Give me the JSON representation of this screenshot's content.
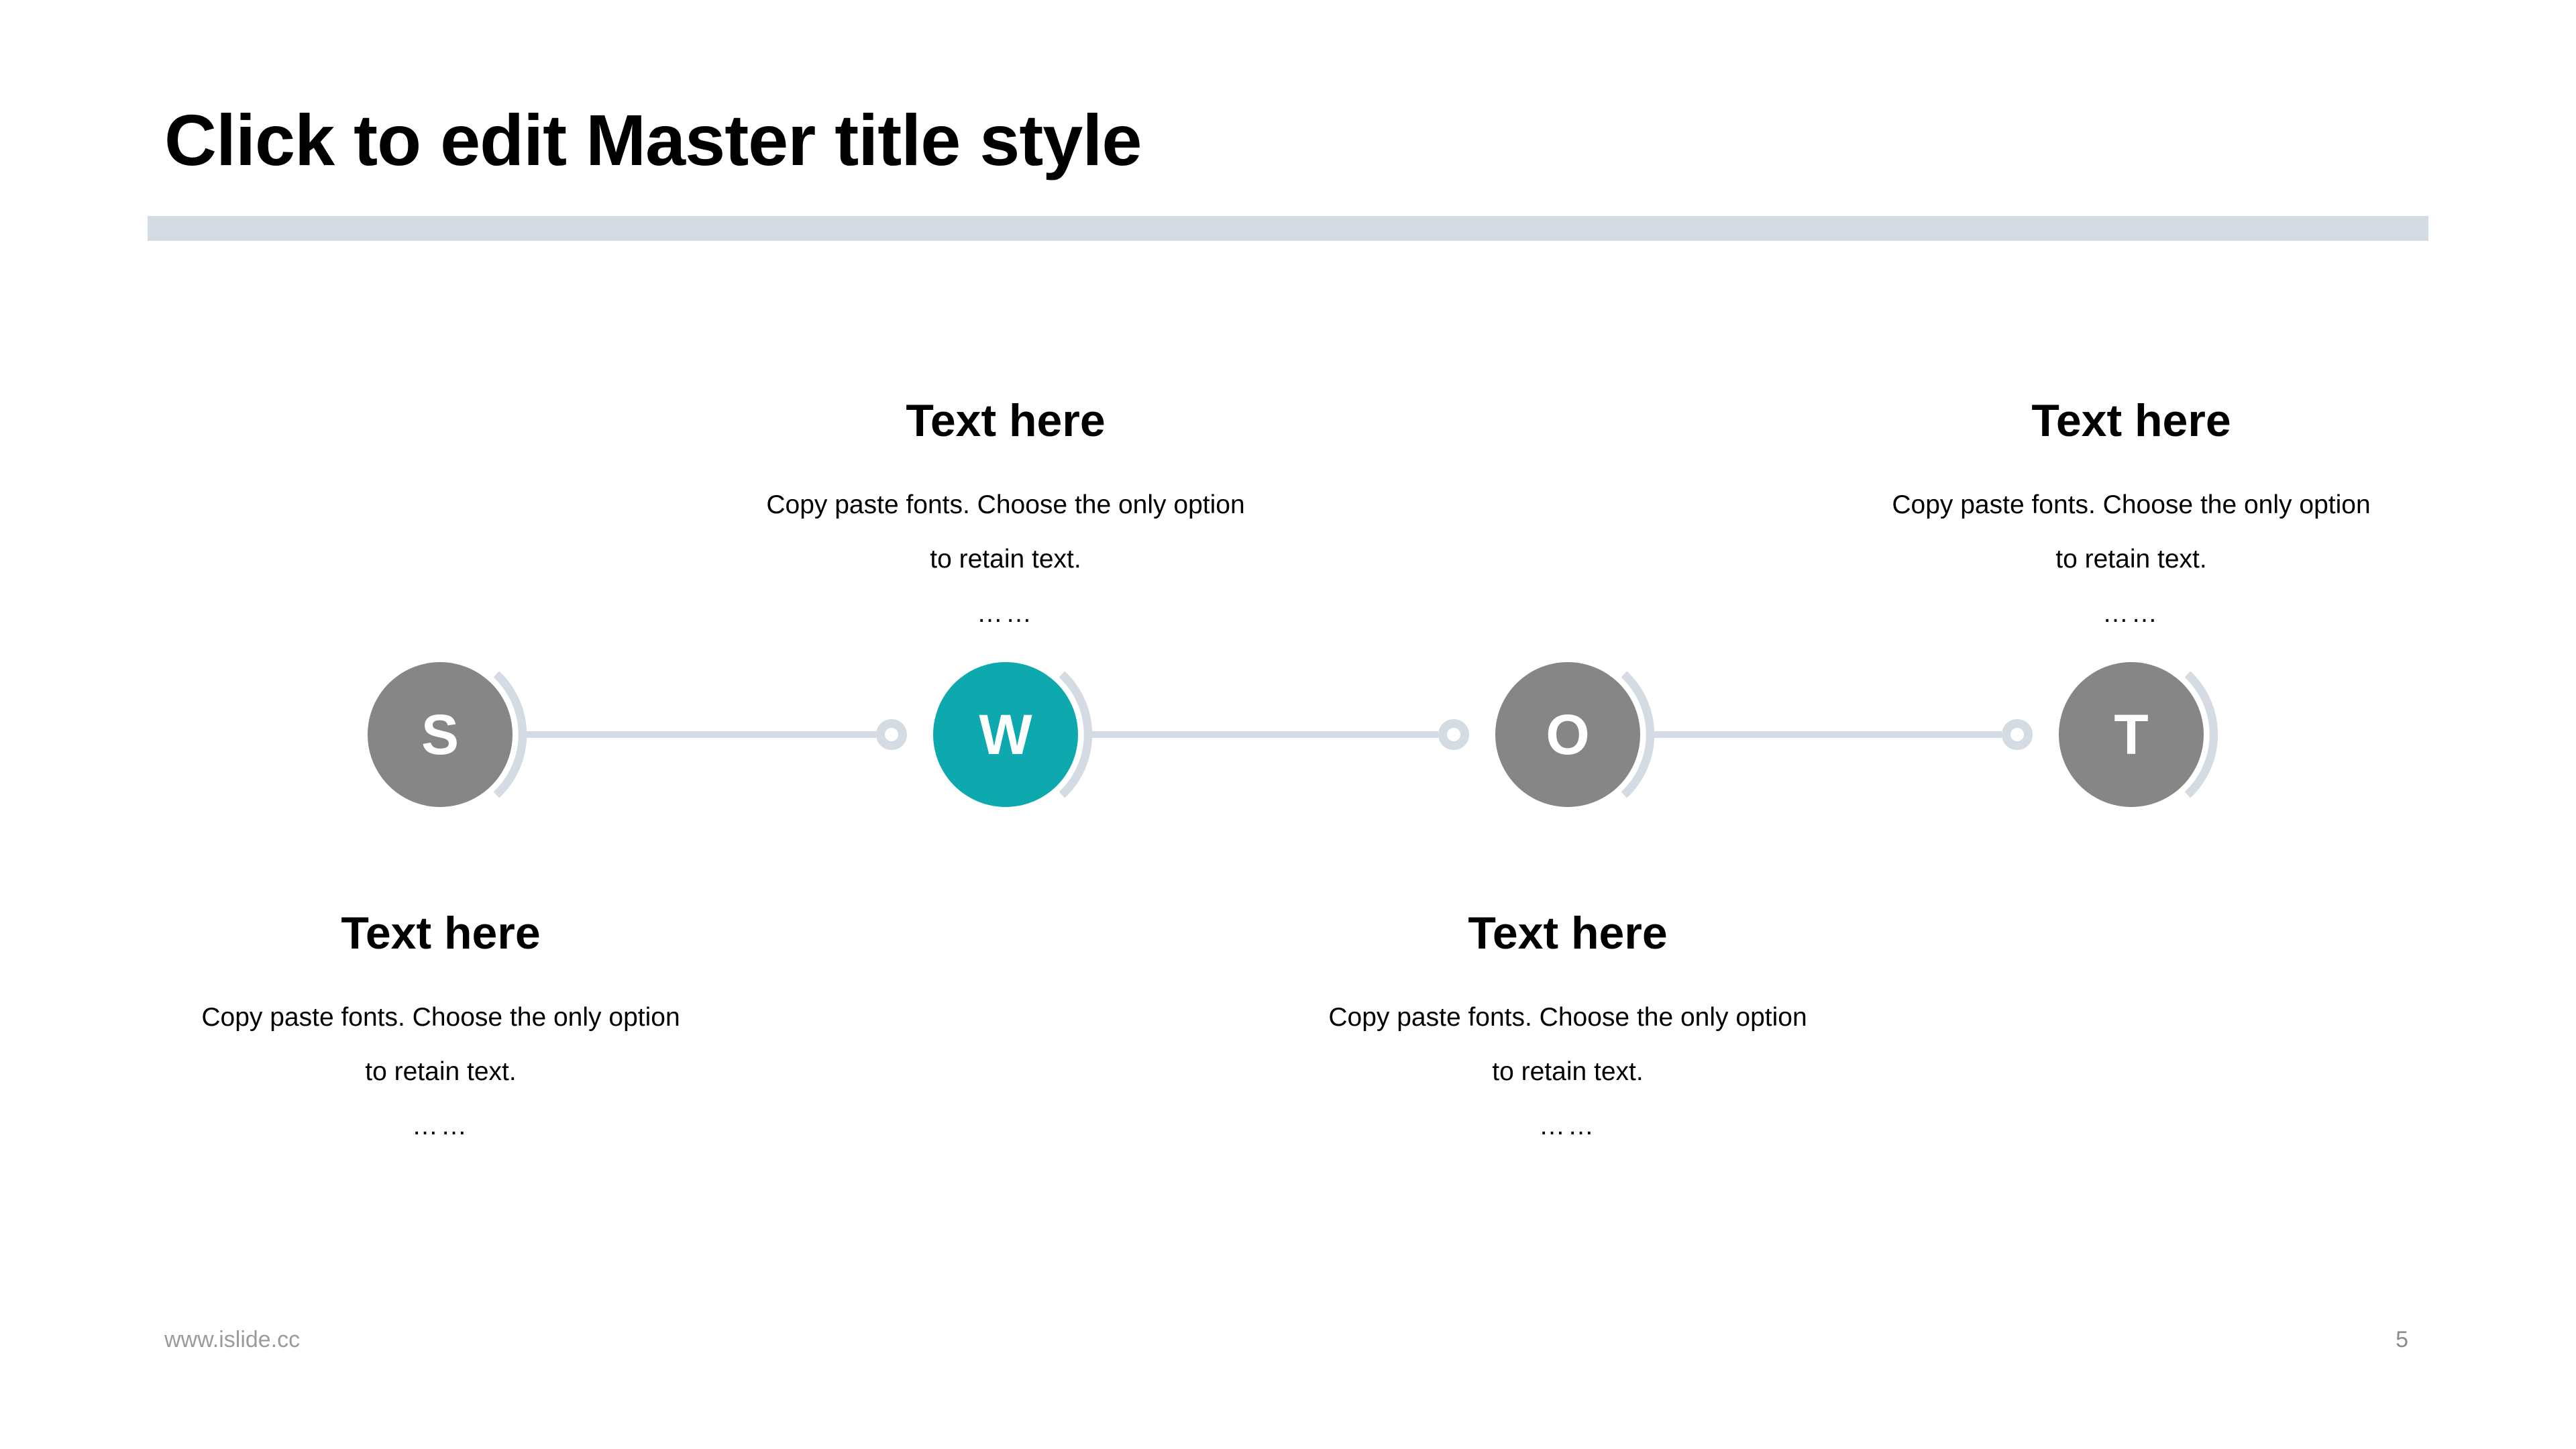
{
  "slide": {
    "title": "Click to edit Master title style",
    "footer_url": "www.islide.cc",
    "page_number": "5"
  },
  "colors": {
    "accent_teal": "#0DA9AF",
    "node_gray": "#868686",
    "connector_gray": "#D5DBE3",
    "title_text": "#000000",
    "footer_text": "#9B9B9B"
  },
  "diagram": {
    "type": "swot-process-row",
    "nodes": [
      {
        "letter": "S",
        "color": "gray",
        "text_position": "below",
        "heading": "Text here",
        "body_line1": "Copy paste fonts. Choose the only option",
        "body_line2": "to retain text.",
        "ellipsis": "……"
      },
      {
        "letter": "W",
        "color": "teal",
        "text_position": "above",
        "heading": "Text here",
        "body_line1": "Copy paste fonts. Choose the only option",
        "body_line2": "to retain text.",
        "ellipsis": "……"
      },
      {
        "letter": "O",
        "color": "gray",
        "text_position": "below",
        "heading": "Text here",
        "body_line1": "Copy paste fonts. Choose the only option",
        "body_line2": "to retain text.",
        "ellipsis": "……"
      },
      {
        "letter": "T",
        "color": "gray",
        "text_position": "above",
        "heading": "Text here",
        "body_line1": "Copy paste fonts. Choose the only option",
        "body_line2": "to retain text.",
        "ellipsis": "……"
      }
    ]
  }
}
